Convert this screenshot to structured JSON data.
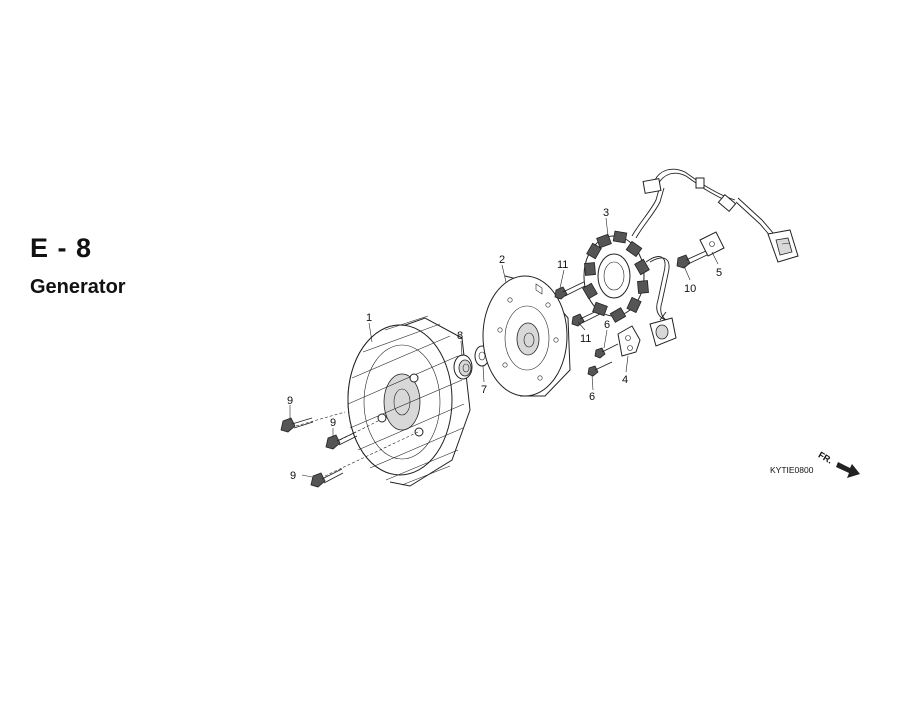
{
  "section": {
    "code": "E - 8",
    "title": "Generator"
  },
  "callouts": [
    {
      "id": "1",
      "text": "1"
    },
    {
      "id": "2",
      "text": "2"
    },
    {
      "id": "3",
      "text": "3"
    },
    {
      "id": "4",
      "text": "4"
    },
    {
      "id": "5",
      "text": "5"
    },
    {
      "id": "6a",
      "text": "6"
    },
    {
      "id": "6b",
      "text": "6"
    },
    {
      "id": "7",
      "text": "7"
    },
    {
      "id": "8",
      "text": "8"
    },
    {
      "id": "9a",
      "text": "9"
    },
    {
      "id": "9b",
      "text": "9"
    },
    {
      "id": "9c",
      "text": "9"
    },
    {
      "id": "10",
      "text": "10"
    },
    {
      "id": "11a",
      "text": "11"
    },
    {
      "id": "11b",
      "text": "11"
    }
  ],
  "diagram_code": "KYTIE0800",
  "front_marker": "FR.",
  "icons": {
    "front_arrow": "arrow-right-down-icon"
  }
}
